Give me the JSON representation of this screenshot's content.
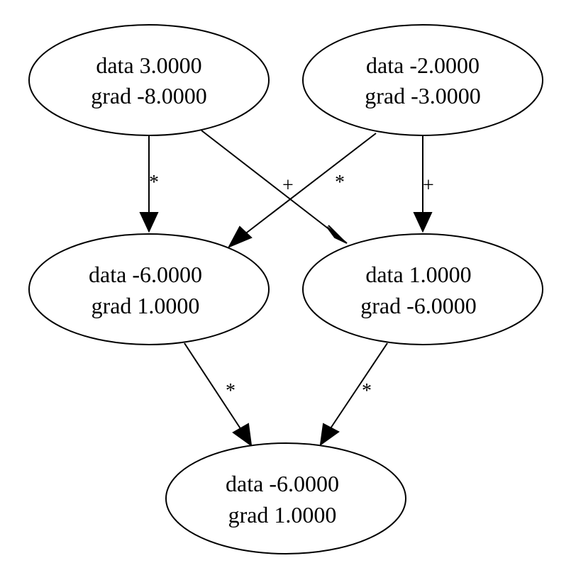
{
  "nodes": {
    "a": {
      "data": "data 3.0000",
      "grad": "grad -8.0000"
    },
    "b": {
      "data": "data -2.0000",
      "grad": "grad -3.0000"
    },
    "c": {
      "data": "data -6.0000",
      "grad": "grad 1.0000"
    },
    "d": {
      "data": "data 1.0000",
      "grad": "grad -6.0000"
    },
    "e": {
      "data": "data -6.0000",
      "grad": "grad 1.0000"
    }
  },
  "edges": {
    "a_to_c": {
      "op": "*"
    },
    "a_to_d": {
      "op": "+"
    },
    "b_to_c": {
      "op": "*"
    },
    "b_to_d": {
      "op": "+"
    },
    "c_to_e": {
      "op": "*"
    },
    "d_to_e": {
      "op": "*"
    }
  }
}
